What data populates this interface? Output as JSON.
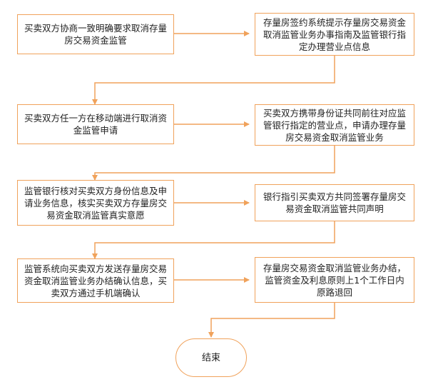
{
  "diagram": {
    "nodes": [
      {
        "id": "n1",
        "text": "买卖双方协商一致明确要求取消存量房交易资金监管"
      },
      {
        "id": "n2",
        "text": "存量房签约系统提示存量房交易资金取消监管业务办事指南及监管银行指定办理营业点信息"
      },
      {
        "id": "n3",
        "text": "买卖双方任一方在移动端进行取消资金监管申请"
      },
      {
        "id": "n4",
        "text": "买卖双方携带身份证共同前往对应监管银行指定的营业点，申请办理存量房交易资金取消监管业务"
      },
      {
        "id": "n5",
        "text": "监管银行核对买卖双方身份信息及申请业务信息，核实买卖双方存量房交易资金取消监管真实意愿"
      },
      {
        "id": "n6",
        "text": "银行指引买卖双方共同签署存量房交易资金取消监管共同声明"
      },
      {
        "id": "n7",
        "text": "监管系统向买卖双方发送存量房交易资金取消监管业务办结确认信息，买卖双方通过手机端确认"
      },
      {
        "id": "n8",
        "text": "存量房交易资金取消监管业务办结，监管资金及利息原则上1个工作日内原路退回"
      },
      {
        "id": "n9",
        "text": "结束"
      }
    ],
    "colors": {
      "border": "#f0a25b",
      "arrow": "#f0a25b",
      "text": "#222222"
    }
  }
}
